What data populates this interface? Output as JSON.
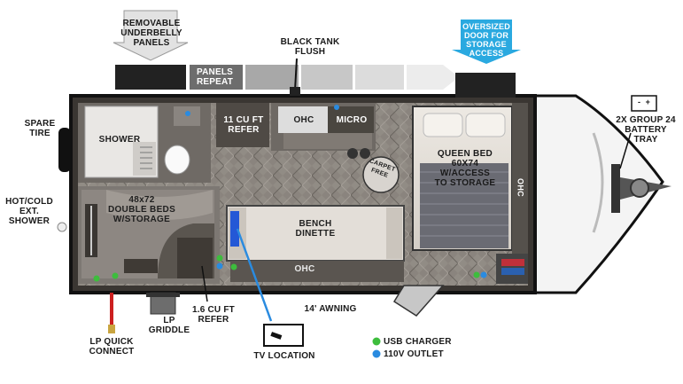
{
  "labels": {
    "removable_panels": "REMOVABLE\nUNDERBELLY\nPANELS",
    "panels_repeat": "PANELS\nREPEAT",
    "black_tank": "BLACK TANK\nFLUSH",
    "oversized_door": "OVERSIZED\nDOOR FOR\nSTORAGE\nACCESS",
    "spare_tire": "SPARE\nTIRE",
    "hot_cold_shower": "HOT/COLD\nEXT. SHOWER",
    "battery_tray": "2X GROUP 24\nBATTERY\nTRAY",
    "lp_quick_connect": "LP QUICK\nCONNECT",
    "lp_griddle": "LP\nGRIDDLE",
    "refer_small": "1.6 CU FT\nREFER",
    "tv_location": "TV LOCATION",
    "awning": "14' AWNING",
    "usb_charger": "USB CHARGER",
    "outlet_110v": "110V OUTLET"
  },
  "rooms": {
    "shower": "SHOWER",
    "refer_large": "11 CU FT\nREFER",
    "ohc_upper": "OHC",
    "micro": "MICRO",
    "queen_bed": "QUEEN BED\n60X74\nW/ACCESS\nTO STORAGE",
    "ohc_side": "OHC",
    "double_beds": "48x72\nDOUBLE BEDS\nW/STORAGE",
    "bench_dinette": "BENCH\nDINETTE",
    "ohc_lower": "OHC",
    "carpet_free": "CARPET FREE"
  },
  "battery_symbol": "-  +",
  "colors": {
    "usb_charger": "#3dbd3d",
    "outlet_110v": "#2a8be0",
    "door_callout": "#2aa9e0",
    "lp_line": "#cc1f1f"
  }
}
